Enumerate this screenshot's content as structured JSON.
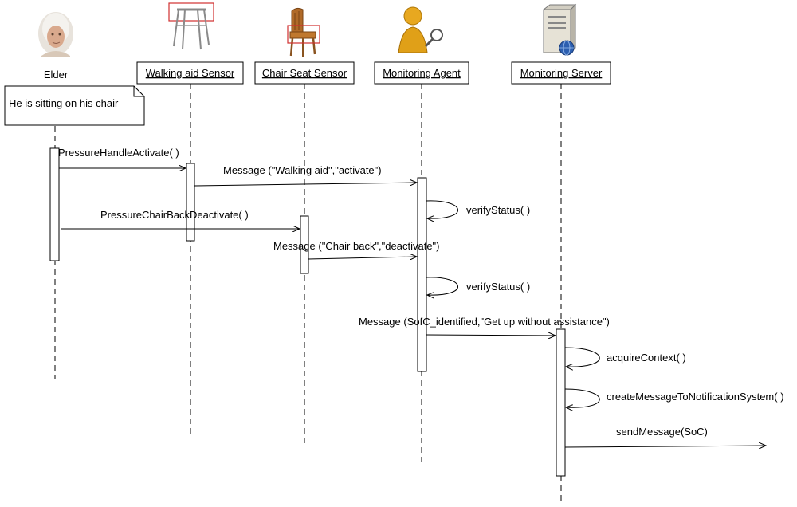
{
  "actors": {
    "elder": "Elder",
    "walking_aid": "Walking aid Sensor",
    "chair_seat": "Chair Seat Sensor",
    "monitoring_agent": "Monitoring Agent",
    "monitoring_server": "Monitoring Server"
  },
  "note": "He is sitting on his chair",
  "messages": {
    "m1": "PressureHandleActivate( )",
    "m2": "Message (\"Walking aid\",\"activate\")",
    "m3": "verifyStatus( )",
    "m4": "PressureChairBackDeactivate( )",
    "m5": "Message (\"Chair back\",\"deactivate\")",
    "m6": "verifyStatus( )",
    "m7": "Message (SofC_identified,\"Get up without assistance\")",
    "m8": "acquireContext( )",
    "m9": "createMessageToNotificationSystem( )",
    "m10": "sendMessage(SoC)"
  }
}
